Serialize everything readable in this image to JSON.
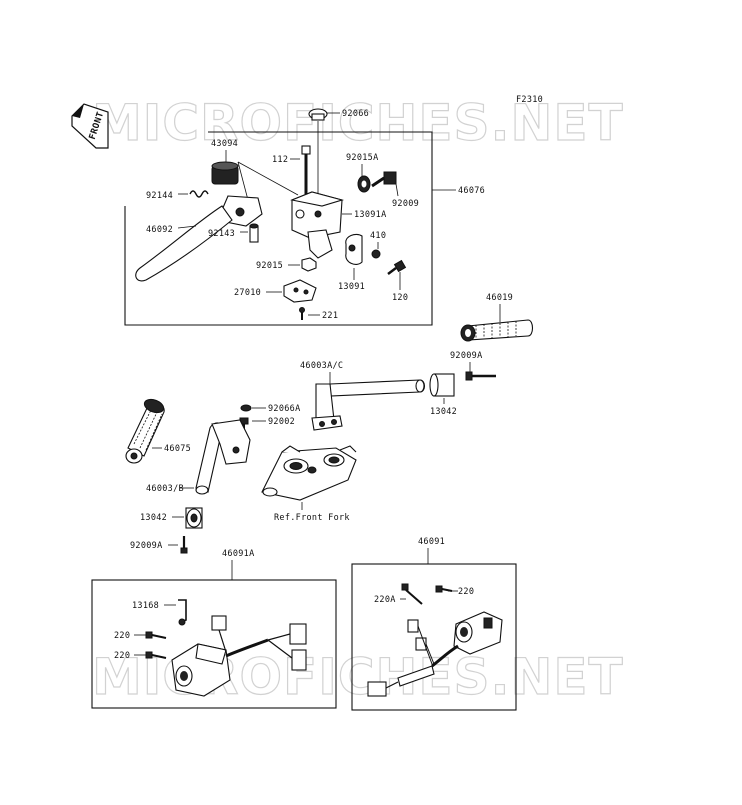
{
  "diagram_code": "F2310",
  "front_label": "FRONT",
  "watermark_top": "MICROFICHES.NET",
  "watermark_bottom": "MICROFICHES.NET",
  "labels": {
    "p92066": "92066",
    "p43094": "43094",
    "p112": "112",
    "p92015A": "92015A",
    "p92144": "92144",
    "p92009": "92009",
    "p46076": "46076",
    "p46092": "46092",
    "p92143": "92143",
    "p13091A": "13091A",
    "p410": "410",
    "p92015": "92015",
    "p13091": "13091",
    "p27010": "27010",
    "p120": "120",
    "p221": "221",
    "p46019": "46019",
    "p92009A_r": "92009A",
    "p46003AC": "46003A/C",
    "p13042_r": "13042",
    "p92066A": "92066A",
    "p92002": "92002",
    "p46075": "46075",
    "p46003B": "46003/B",
    "p13042_l": "13042",
    "ref_front_fork": "Ref.Front Fork",
    "p92009A_l": "92009A",
    "p46091A": "46091A",
    "p46091": "46091",
    "p13168": "13168",
    "p220_a": "220",
    "p220_b": "220",
    "p220A": "220A",
    "p220_c": "220"
  }
}
